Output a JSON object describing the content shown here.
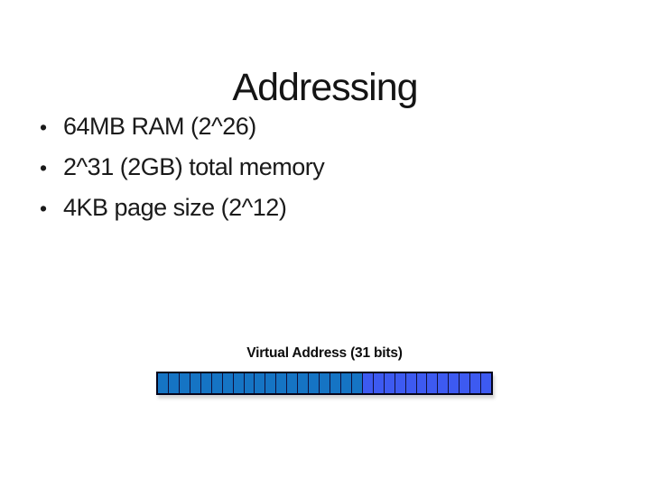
{
  "slide": {
    "title": "Addressing",
    "bullet_glyph": "•",
    "bullets": [
      "64MB RAM (2^26)",
      "2^31 (2GB) total memory",
      "4KB page size (2^12)"
    ]
  },
  "diagram": {
    "label": "Virtual Address (31 bits)",
    "total_bits": 31,
    "segments": [
      {
        "name": "page-number-bits",
        "bits": 19,
        "color": "#1574C4"
      },
      {
        "name": "offset-bits",
        "bits": 12,
        "color": "#3D5AF1"
      }
    ],
    "cell_border_color": "#10103c",
    "outer_border_color": "#05051c"
  }
}
